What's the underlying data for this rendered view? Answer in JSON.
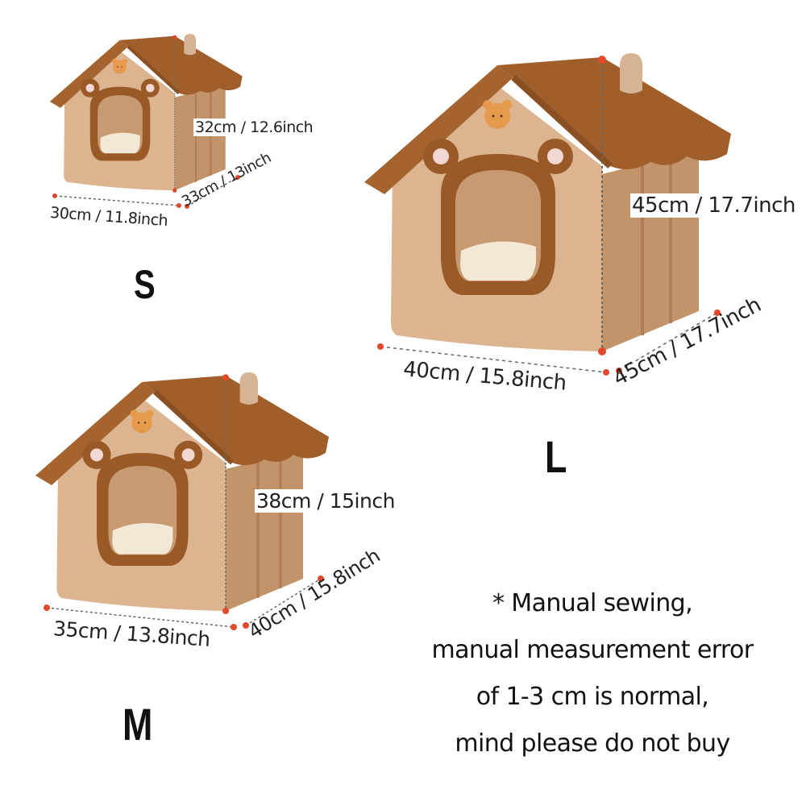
{
  "sizes": {
    "S": {
      "label": "S",
      "height": "32cm / 12.6inch",
      "width": "30cm / 11.8inch",
      "depth": "33cm / 13inch"
    },
    "M": {
      "label": "M",
      "height": "38cm / 15inch",
      "width": "35cm / 13.8inch",
      "depth": "40cm / 15.8inch"
    },
    "L": {
      "label": "L",
      "height": "45cm / 17.7inch",
      "width": "40cm / 15.8inch",
      "depth": "45cm / 17.7inch"
    }
  },
  "note": {
    "lines": [
      "* Manual sewing,",
      "manual measurement error",
      "of 1-3 cm is normal,",
      "mind please do not buy"
    ]
  },
  "colors": {
    "roof": "#a5642f",
    "body_front": "#d9b08a",
    "body_side": "#c3936a",
    "trim": "#9a5a28",
    "cushion": "#f3e8d6",
    "interior": "#c89a72",
    "dot": "#e2482a",
    "chimney": "#d6b392"
  }
}
